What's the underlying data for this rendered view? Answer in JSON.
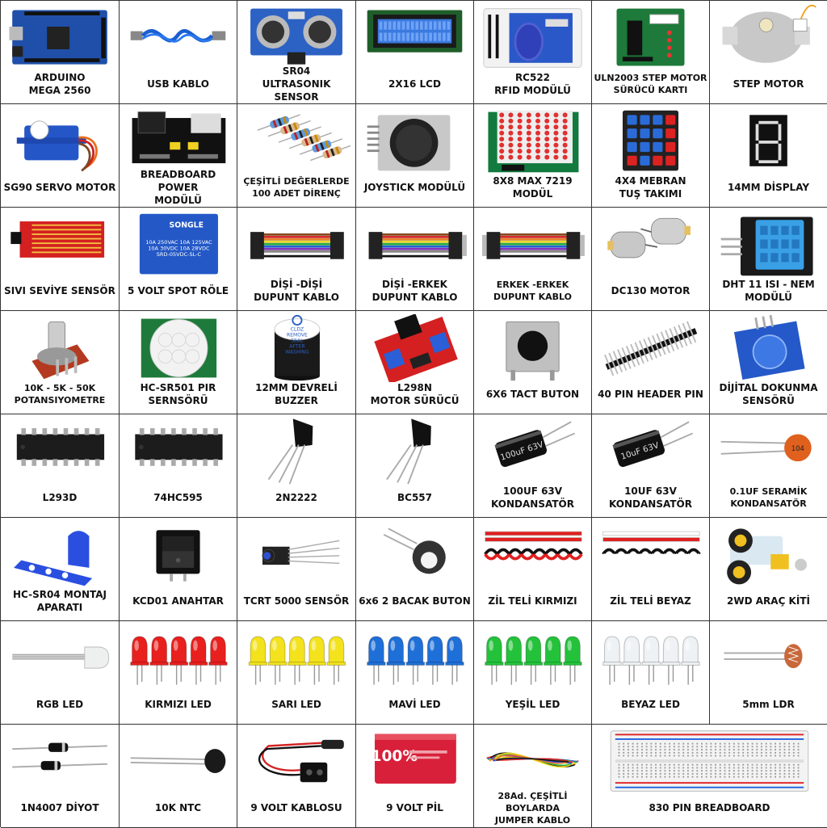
{
  "items": [
    {
      "label": "ARDUINO\nMEGA 2560",
      "icon": "arduino-board-icon"
    },
    {
      "label": "USB KABLO",
      "icon": "usb-cable-icon"
    },
    {
      "label": "SR04\nULTRASONIK SENSOR",
      "icon": "ultrasonic-sensor-icon"
    },
    {
      "label": "2X16  LCD",
      "icon": "lcd-icon"
    },
    {
      "label": "RC522\nRFID MODÜLÜ",
      "icon": "rfid-module-icon"
    },
    {
      "label": "ULN2003 STEP MOTOR\nSÜRÜCÜ KARTI",
      "icon": "driver-board-icon"
    },
    {
      "label": "STEP MOTOR",
      "icon": "stepper-motor-icon"
    },
    {
      "label": "SG90 SERVO MOTOR",
      "icon": "servo-motor-icon"
    },
    {
      "label": "BREADBOARD POWER\nMODÜLÜ",
      "icon": "power-module-icon"
    },
    {
      "label": "ÇEŞİTLİ DEĞERLERDE\n100 ADET DİRENÇ",
      "icon": "resistor-pack-icon"
    },
    {
      "label": "JOYSTICK MODÜLÜ",
      "icon": "joystick-icon"
    },
    {
      "label": "8X8 MAX 7219 MODÜL",
      "icon": "led-matrix-icon"
    },
    {
      "label": "4X4 MEBRAN\nTUŞ TAKIMI",
      "icon": "keypad-icon"
    },
    {
      "label": "14MM DİSPLAY",
      "icon": "seven-segment-icon"
    },
    {
      "label": "SIVI SEVİYE SENSÖR",
      "icon": "water-sensor-icon"
    },
    {
      "label": "5 VOLT SPOT RÖLE",
      "icon": "relay-icon",
      "relay_text": "SONGLE\n10A 250VAC  10A 125VAC\n10A 30VDC  10A 28VDC\nSRD-05VDC-SL-C"
    },
    {
      "label": "DİŞİ -DİŞİ\nDUPUNT KABLO",
      "icon": "jumper-ff-icon"
    },
    {
      "label": "DİŞİ -ERKEK\nDUPUNT KABLO",
      "icon": "jumper-fm-icon"
    },
    {
      "label": "ERKEK -ERKEK\nDUPUNT KABLO",
      "icon": "jumper-mm-icon"
    },
    {
      "label": "DC130 MOTOR",
      "icon": "dc-motor-icon"
    },
    {
      "label": "DHT 11 ISI - NEM\nMODÜLÜ",
      "icon": "dht11-icon"
    },
    {
      "label": "10K - 5K - 50K\nPOTANSIYOMETRE",
      "icon": "potentiometer-icon"
    },
    {
      "label": "HC-SR501 PIR\nSERNSÖRÜ",
      "icon": "pir-sensor-icon"
    },
    {
      "label": "12MM DEVRELİ\nBUZZER",
      "icon": "buzzer-icon",
      "buzzer_text": "CLDZ\nREMOVE\nSEAL\nAFTER\nWASHING"
    },
    {
      "label": "L298N\nMOTOR SÜRÜCÜ",
      "icon": "l298n-icon"
    },
    {
      "label": "6X6 TACT BUTON",
      "icon": "tact-button-icon"
    },
    {
      "label": "40 PIN HEADER PIN",
      "icon": "header-pin-icon"
    },
    {
      "label": "DİJİTAL DOKUNMA\nSENSÖRÜ",
      "icon": "touch-sensor-icon"
    },
    {
      "label": "L293D",
      "icon": "ic-chip-icon"
    },
    {
      "label": "74HC595",
      "icon": "ic-chip-icon"
    },
    {
      "label": "2N2222",
      "icon": "transistor-icon"
    },
    {
      "label": "BC557",
      "icon": "transistor-icon"
    },
    {
      "label": "100UF 63V\nKONDANSATÖR",
      "icon": "capacitor-icon",
      "cap_text": "100uF 63V"
    },
    {
      "label": "10UF 63V\nKONDANSATÖR",
      "icon": "capacitor-icon",
      "cap_text": "10uF 63V"
    },
    {
      "label": "0.1UF SERAMİK\nKONDANSATÖR",
      "icon": "ceramic-capacitor-icon",
      "cap_text": "104"
    },
    {
      "label": "HC-SR04 MONTAJ\nAPARATI",
      "icon": "mount-bracket-icon"
    },
    {
      "label": "KCD01 ANAHTAR",
      "icon": "rocker-switch-icon"
    },
    {
      "label": "TCRT 5000 SENSÖR",
      "icon": "ir-sensor-icon"
    },
    {
      "label": "6x6 2 BACAK BUTON",
      "icon": "two-leg-button-icon"
    },
    {
      "label": "ZİL TELİ KIRMIZI",
      "icon": "bell-wire-red-icon"
    },
    {
      "label": "ZİL TELİ BEYAZ",
      "icon": "bell-wire-white-icon"
    },
    {
      "label": "2WD ARAÇ KİTİ",
      "icon": "car-kit-icon"
    },
    {
      "label": "RGB LED",
      "icon": "rgb-led-icon"
    },
    {
      "label": "KIRMIZI LED",
      "icon": "led-red-icon"
    },
    {
      "label": "SARI LED",
      "icon": "led-yellow-icon"
    },
    {
      "label": "MAVİ LED",
      "icon": "led-blue-icon"
    },
    {
      "label": "YEŞİL LED",
      "icon": "led-green-icon"
    },
    {
      "label": "BEYAZ LED",
      "icon": "led-white-icon"
    },
    {
      "label": "5mm LDR",
      "icon": "ldr-icon"
    },
    {
      "label": "1N4007 DİYOT",
      "icon": "diode-icon"
    },
    {
      "label": "10K NTC",
      "icon": "ntc-icon"
    },
    {
      "label": "9 VOLT KABLOSU",
      "icon": "battery-clip-icon"
    },
    {
      "label": "9 VOLT PİL",
      "icon": "battery-icon",
      "battery_text": "100%"
    },
    {
      "label": "28Ad. ÇEŞİTLİ BOYLARDA\nJUMPER KABLO",
      "icon": "jumper-bundle-icon"
    },
    {
      "label": "830 PIN BREADBOARD",
      "icon": "breadboard-icon"
    }
  ],
  "colors": {
    "board_blue": "#1f4fa8",
    "led_red": "#e8201e",
    "led_yellow": "#f3e21c",
    "led_blue": "#1f6fd8",
    "led_green": "#23c23a",
    "led_white": "#eef2f4",
    "relay_blue": "#2358c6",
    "grid_line": "#333333"
  }
}
